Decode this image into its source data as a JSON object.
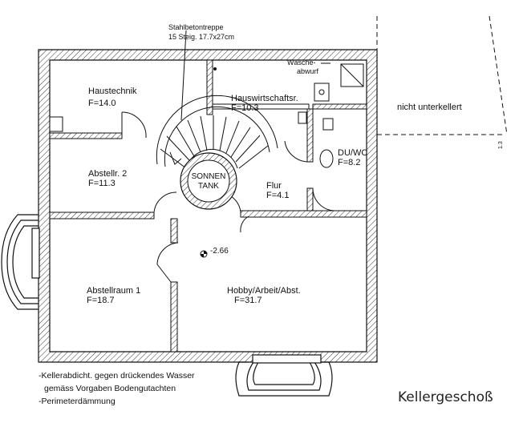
{
  "title": "Kellergeschoß",
  "staircase": {
    "line1": "Stahlbetontreppe",
    "line2": "15 Steig. 17.7x27cm"
  },
  "rooms": [
    {
      "name": "Haustechnik",
      "area": "F=14.0"
    },
    {
      "name": "Hauswirtschaftsr.",
      "area": "F=10.3"
    },
    {
      "name": "Abstellr. 2",
      "area": "F=11.3"
    },
    {
      "name": "Flur",
      "area": "F=4.1"
    },
    {
      "name": "DU/WC",
      "area": "F=8.2"
    },
    {
      "name": "Abstellraum 1",
      "area": "F=18.7"
    },
    {
      "name": "Hobby/Arbeit/Abst.",
      "area": "F=31.7"
    }
  ],
  "laundry_chute": {
    "line1": "Wäsche-",
    "line2": "abwurf"
  },
  "tank": {
    "line1": "SONNEN",
    "line2": "TANK"
  },
  "level": "-2.66",
  "unbasemented": "nicht unterkellert",
  "small_mark": "1.3",
  "notes": [
    "-Kellerabdicht. gegen drückendes Wasser",
    "gemäss Vorgaben Bodengutachten",
    "-Perimeterdämmung"
  ]
}
